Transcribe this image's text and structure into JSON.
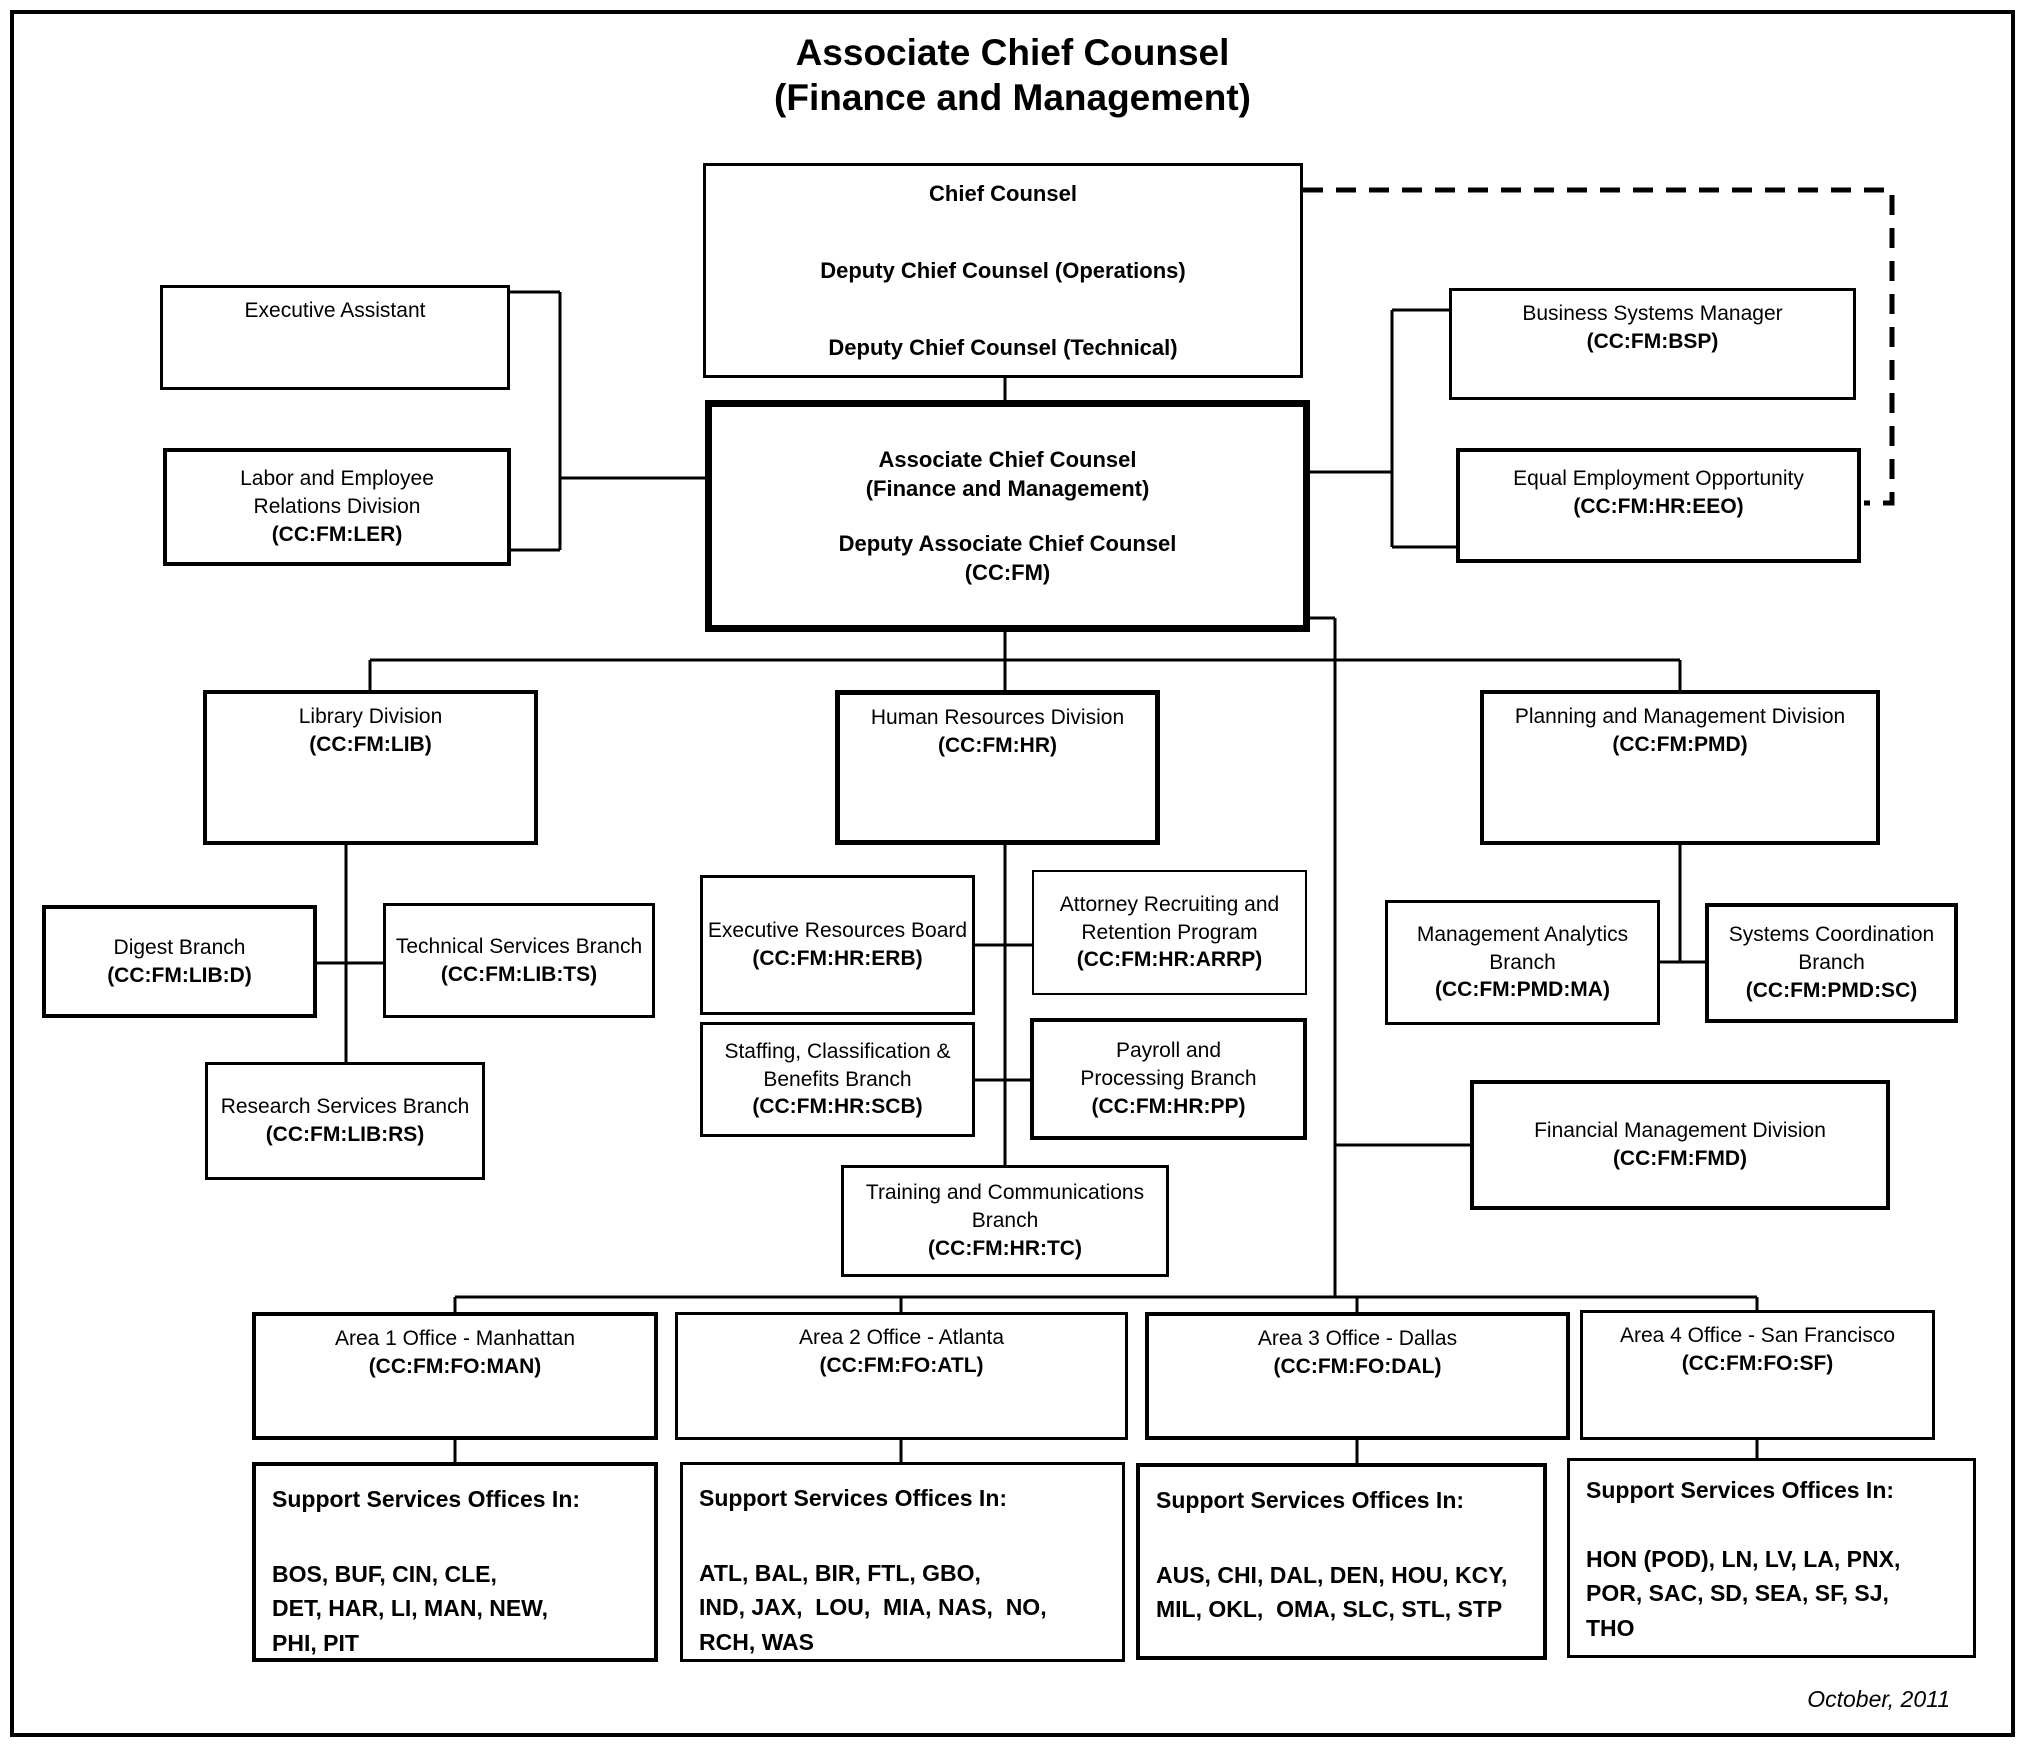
{
  "title": {
    "line1": "Associate Chief Counsel",
    "line2": "(Finance and Management)"
  },
  "date_note": "October, 2011",
  "boxes": {
    "chief_counsel": {
      "lines": [
        "Chief Counsel",
        "Deputy Chief Counsel (Operations)",
        "Deputy Chief Counsel (Technical)"
      ]
    },
    "executive_assistant": {
      "name": "Executive Assistant"
    },
    "labor_employee_relations": {
      "name": "Labor and Employee Relations Division",
      "code": "(CC:FM:LER)"
    },
    "associate_chief_counsel": {
      "line1": "Associate Chief Counsel",
      "line2": "(Finance and Management)",
      "line3": "Deputy Associate Chief Counsel",
      "line4": "(CC:FM)"
    },
    "business_systems_manager": {
      "name": "Business Systems Manager",
      "code": "(CC:FM:BSP)"
    },
    "equal_employment_opportunity": {
      "name": "Equal Employment Opportunity",
      "code": "(CC:FM:HR:EEO)"
    },
    "library_division": {
      "name": "Library Division",
      "code": "(CC:FM:LIB)"
    },
    "human_resources_division": {
      "name": "Human Resources  Division",
      "code": "(CC:FM:HR)"
    },
    "planning_management_division": {
      "name": "Planning and Management Division",
      "code": "(CC:FM:PMD)"
    },
    "digest_branch": {
      "name": "Digest Branch",
      "code": "(CC:FM:LIB:D)"
    },
    "technical_services_branch": {
      "name": "Technical Services Branch",
      "code": "(CC:FM:LIB:TS)"
    },
    "research_services_branch": {
      "name": "Research Services Branch",
      "code": "(CC:FM:LIB:RS)"
    },
    "executive_resources_board": {
      "name": "Executive Resources Board",
      "code": "(CC:FM:HR:ERB)"
    },
    "attorney_recruiting": {
      "name": "Attorney Recruiting and Retention Program",
      "code": "(CC:FM:HR:ARRP)"
    },
    "staffing_classification_benefits": {
      "name": "Staffing, Classification & Benefits Branch",
      "code": "(CC:FM:HR:SCB)"
    },
    "payroll_processing": {
      "name": "Payroll and Processing Branch",
      "code": "(CC:FM:HR:PP)"
    },
    "training_communications": {
      "name": "Training and Communications Branch",
      "code": "(CC:FM:HR:TC)"
    },
    "management_analytics": {
      "name": "Management Analytics Branch",
      "code": "(CC:FM:PMD:MA)"
    },
    "systems_coordination": {
      "name": "Systems Coordination Branch",
      "code": "(CC:FM:PMD:SC)"
    },
    "financial_management_division": {
      "name": "Financial Management Division",
      "code": "(CC:FM:FMD)"
    },
    "area1": {
      "name": "Area 1 Office - Manhattan",
      "code": "(CC:FM:FO:MAN)"
    },
    "area2": {
      "name": "Area 2 Office - Atlanta",
      "code": "(CC:FM:FO:ATL)"
    },
    "area3": {
      "name": "Area 3 Office - Dallas",
      "code": "(CC:FM:FO:DAL)"
    },
    "area4": {
      "name": "Area 4 Office - San Francisco",
      "code": "(CC:FM:FO:SF)"
    }
  },
  "support_offices": [
    {
      "heading": "Support Services Offices In:",
      "lines": [
        "BOS, BUF, CIN, CLE,",
        "DET, HAR, LI, MAN, NEW,",
        "PHI, PIT"
      ]
    },
    {
      "heading": "Support Services Offices In:",
      "lines": [
        "ATL, BAL, BIR, FTL, GBO,",
        "IND, JAX,  LOU,  MIA, NAS,  NO,",
        "RCH, WAS"
      ]
    },
    {
      "heading": "Support Services Offices In:",
      "lines": [
        "AUS, CHI, DAL, DEN, HOU, KCY,",
        "MIL, OKL,  OMA, SLC, STL, STP"
      ]
    },
    {
      "heading": "Support Services Offices In:",
      "lines": [
        "HON (POD), LN, LV, LA, PNX,",
        "POR, SAC, SD, SEA, SF, SJ,",
        "THO"
      ]
    }
  ]
}
